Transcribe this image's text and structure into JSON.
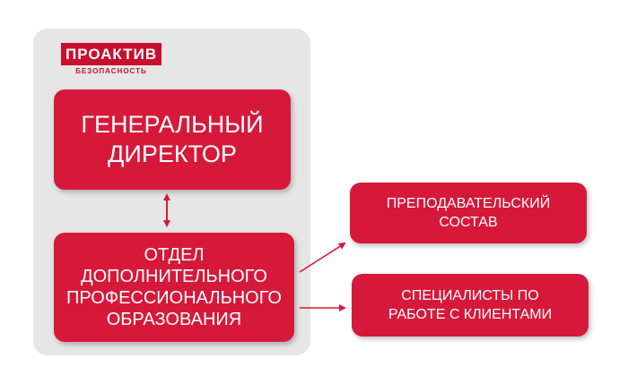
{
  "logo": {
    "main": "ПРОАКТИВ",
    "sub": "БЕЗОПАСНОСТЬ"
  },
  "nodes": {
    "general_director": "ГЕНЕРАЛЬНЫЙ\nДИРЕКТОР",
    "department": "ОТДЕЛ\nДОПОЛНИТЕЛЬНОГО\nПРОФЕССИОНАЛЬНОГО\nОБРАЗОВАНИЯ",
    "teaching_staff": "ПРЕПОДАВАТЕЛЬСКИЙ\nСОСТАВ",
    "client_specialists": "СПЕЦИАЛИСТЫ ПО\nРАБОТЕ С КЛИЕНТАМИ"
  },
  "colors": {
    "accent": "#d6193a",
    "panel": "#e7e6e6",
    "text_on_accent": "#ffffff"
  }
}
